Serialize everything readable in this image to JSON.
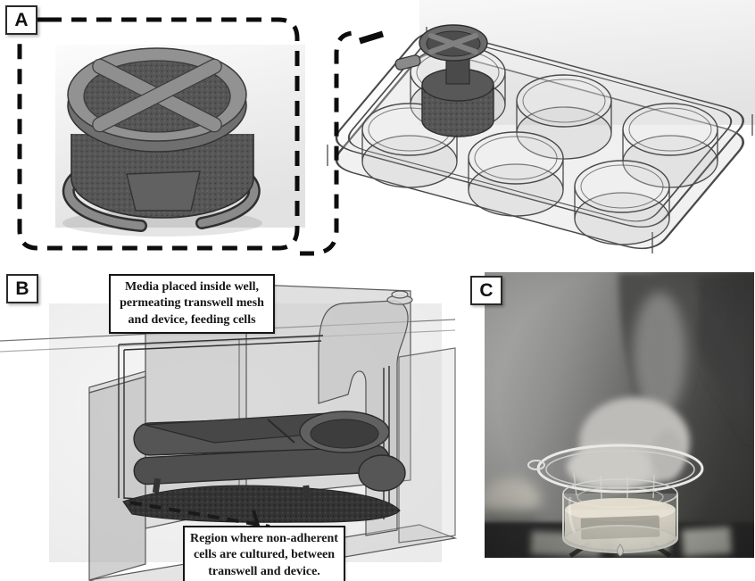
{
  "figure": {
    "panels": {
      "a": {
        "label": "A"
      },
      "b": {
        "label": "B",
        "annotations": {
          "media": {
            "lines": [
              "Media placed inside well,",
              "permeating transwell mesh",
              "and device, feeding cells"
            ]
          },
          "region": {
            "lines": [
              "Region where non-adherent",
              "cells are cultured, between",
              "transwell and device."
            ]
          }
        }
      },
      "c": {
        "label": "C"
      }
    },
    "colors": {
      "background": "#ffffff",
      "device_body_dark": "#4f4f4f",
      "device_ring_gray": "#8e8e8e",
      "speckled_mesh_dark": "#333333",
      "wireframe_stroke": "#4a4a4a",
      "dashed_callout": "#0d0d0d",
      "annotation_border": "#151515",
      "photo_background_dark": "#3a3a38",
      "photo_glove_gray": "#bdbcb8",
      "media_liquid": "#d9d4c6"
    }
  }
}
